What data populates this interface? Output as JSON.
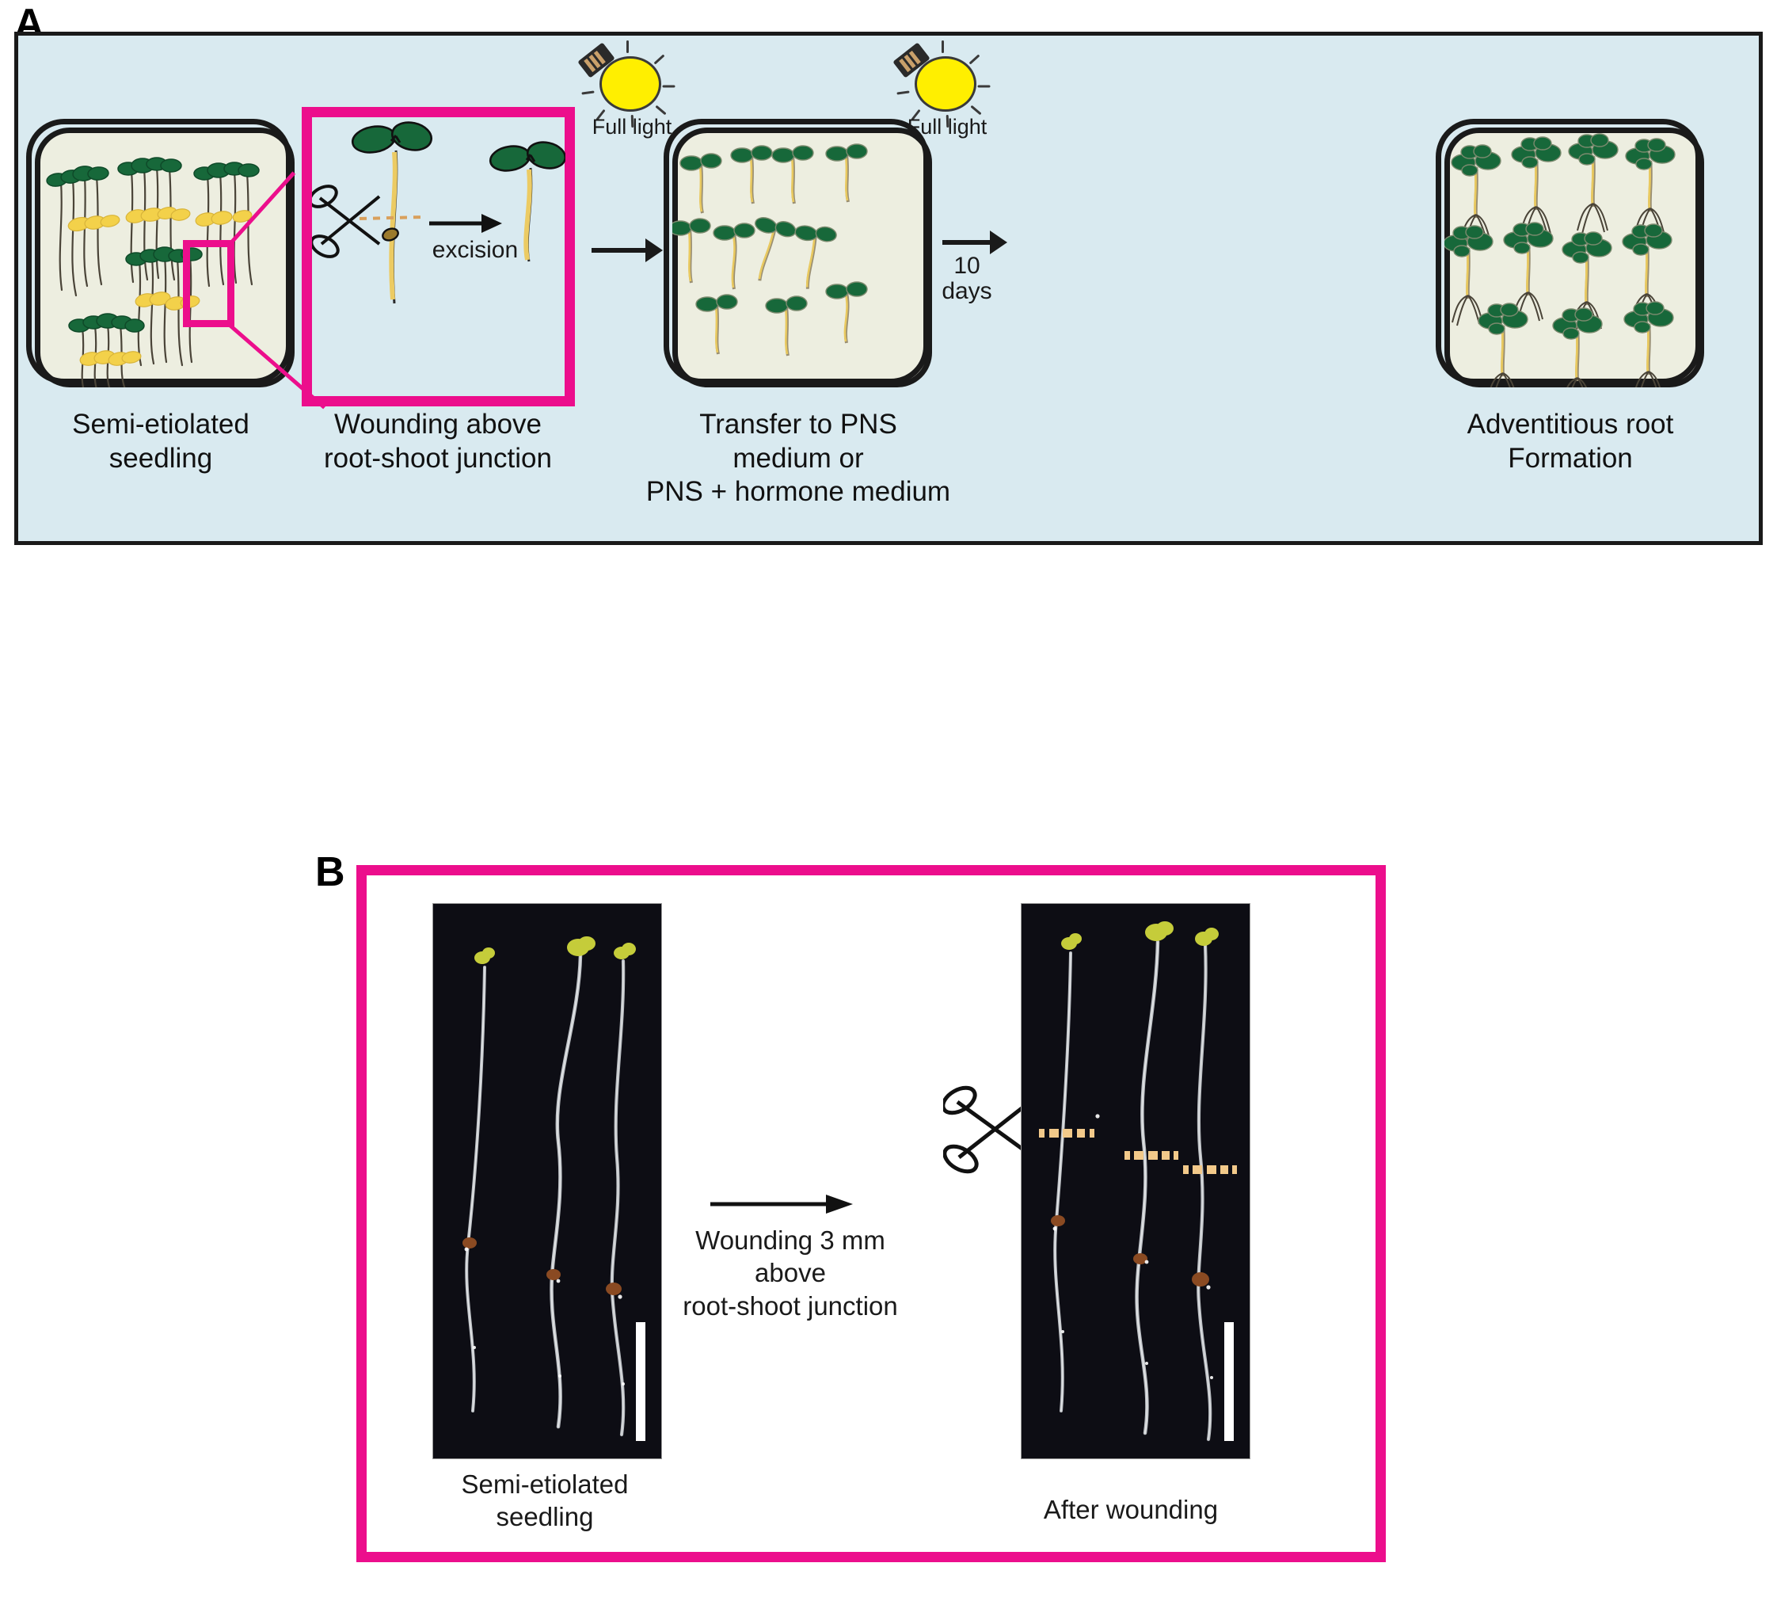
{
  "figure": {
    "panels": [
      {
        "letter": "A"
      },
      {
        "letter": "B"
      }
    ]
  },
  "panel_a": {
    "background_color": "#d9eaf0",
    "plate_color": "#edeee0",
    "accent_pink": "#ec0e8c",
    "leaf_green": "#17683a",
    "seed_yellow": "#f5d243",
    "hypocotyl_yellow": "#e8c65a",
    "lights": [
      {
        "label": "Full light",
        "icon": "light-bulb-icon"
      },
      {
        "label": "Full light",
        "icon": "light-bulb-icon"
      }
    ],
    "steps": [
      {
        "id": "step-1",
        "caption": "Semi-etiolated\nseedling",
        "caption_lines": [
          "Semi-etiolated",
          "seedling"
        ]
      },
      {
        "id": "step-2",
        "caption_lines": [
          "Wounding above",
          "root-shoot junction"
        ]
      },
      {
        "id": "step-3",
        "caption_lines": [
          "Transfer to PNS",
          "medium or",
          "PNS + hormone medium"
        ]
      },
      {
        "id": "step-4",
        "caption_lines": [
          "Adventitious root",
          "Formation"
        ]
      }
    ],
    "inline_labels": {
      "excision": "excision",
      "ten_days_line1": "10",
      "ten_days_line2": "days"
    }
  },
  "panel_b": {
    "border_color": "#ec0e8c",
    "arrow_label_lines": [
      "Wounding 3 mm",
      "above",
      "root-shoot junction"
    ],
    "left_caption_lines": [
      "Semi-etiolated",
      "seedling"
    ],
    "right_caption_lines": [
      "After wounding"
    ],
    "photo_background": "#0d0d14",
    "wound_mark_color": "#f2c98a",
    "scalebar_color": "#ffffff",
    "icons": {
      "scissors": "scissors-icon",
      "arrow": "arrow-right-icon"
    }
  }
}
